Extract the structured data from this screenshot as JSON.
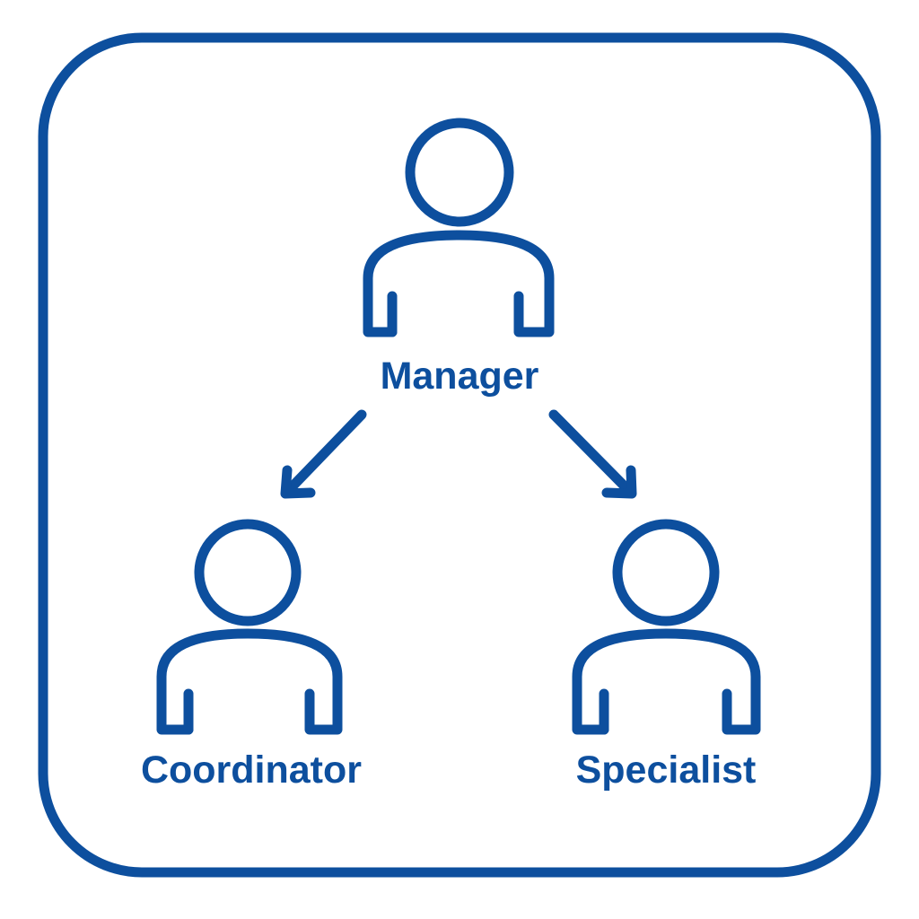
{
  "diagram": {
    "accent_color": "#0d4f9e",
    "nodes": [
      {
        "id": "manager",
        "label": "Manager",
        "icon": "person-icon"
      },
      {
        "id": "coordinator",
        "label": "Coordinator",
        "icon": "person-icon"
      },
      {
        "id": "specialist",
        "label": "Specialist",
        "icon": "person-icon"
      }
    ],
    "edges": [
      {
        "from": "manager",
        "to": "coordinator"
      },
      {
        "from": "manager",
        "to": "specialist"
      }
    ]
  }
}
